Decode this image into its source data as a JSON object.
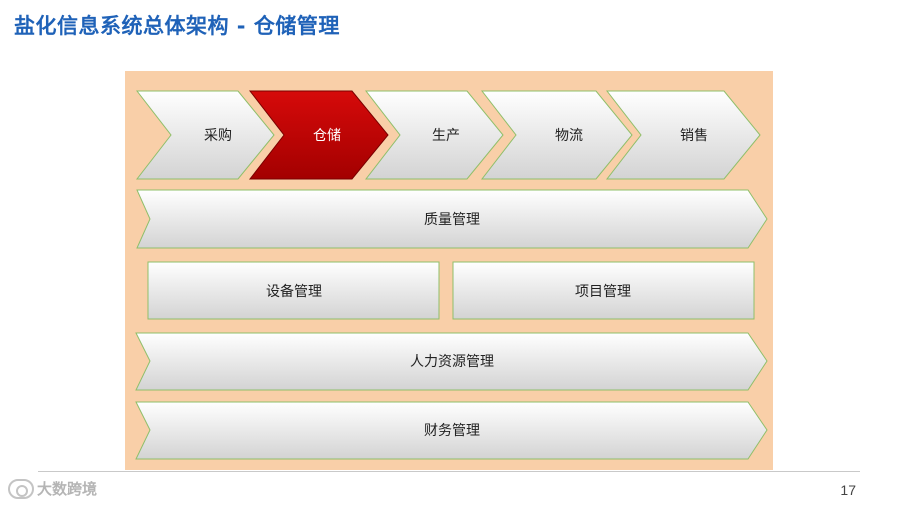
{
  "slide": {
    "title": "盐化信息系统总体架构 - 仓储管理",
    "page_number": "17",
    "watermark": "大数跨境"
  },
  "colors": {
    "title": "#1f62b8",
    "panel_background": "#f9cfa8",
    "shape_fill_light": "#ffffff",
    "shape_fill_dark": "#cfcfcf",
    "shape_border": "#8fbf6a",
    "active_fill": "#c00000"
  },
  "chain": {
    "steps": [
      {
        "label": "采购",
        "active": false
      },
      {
        "label": "仓储",
        "active": true
      },
      {
        "label": "生产",
        "active": false
      },
      {
        "label": "物流",
        "active": false
      },
      {
        "label": "销售",
        "active": false
      }
    ]
  },
  "layers": {
    "quality": "质量管理",
    "equipment": "设备管理",
    "project": "项目管理",
    "hr": "人力资源管理",
    "finance": "财务管理"
  }
}
